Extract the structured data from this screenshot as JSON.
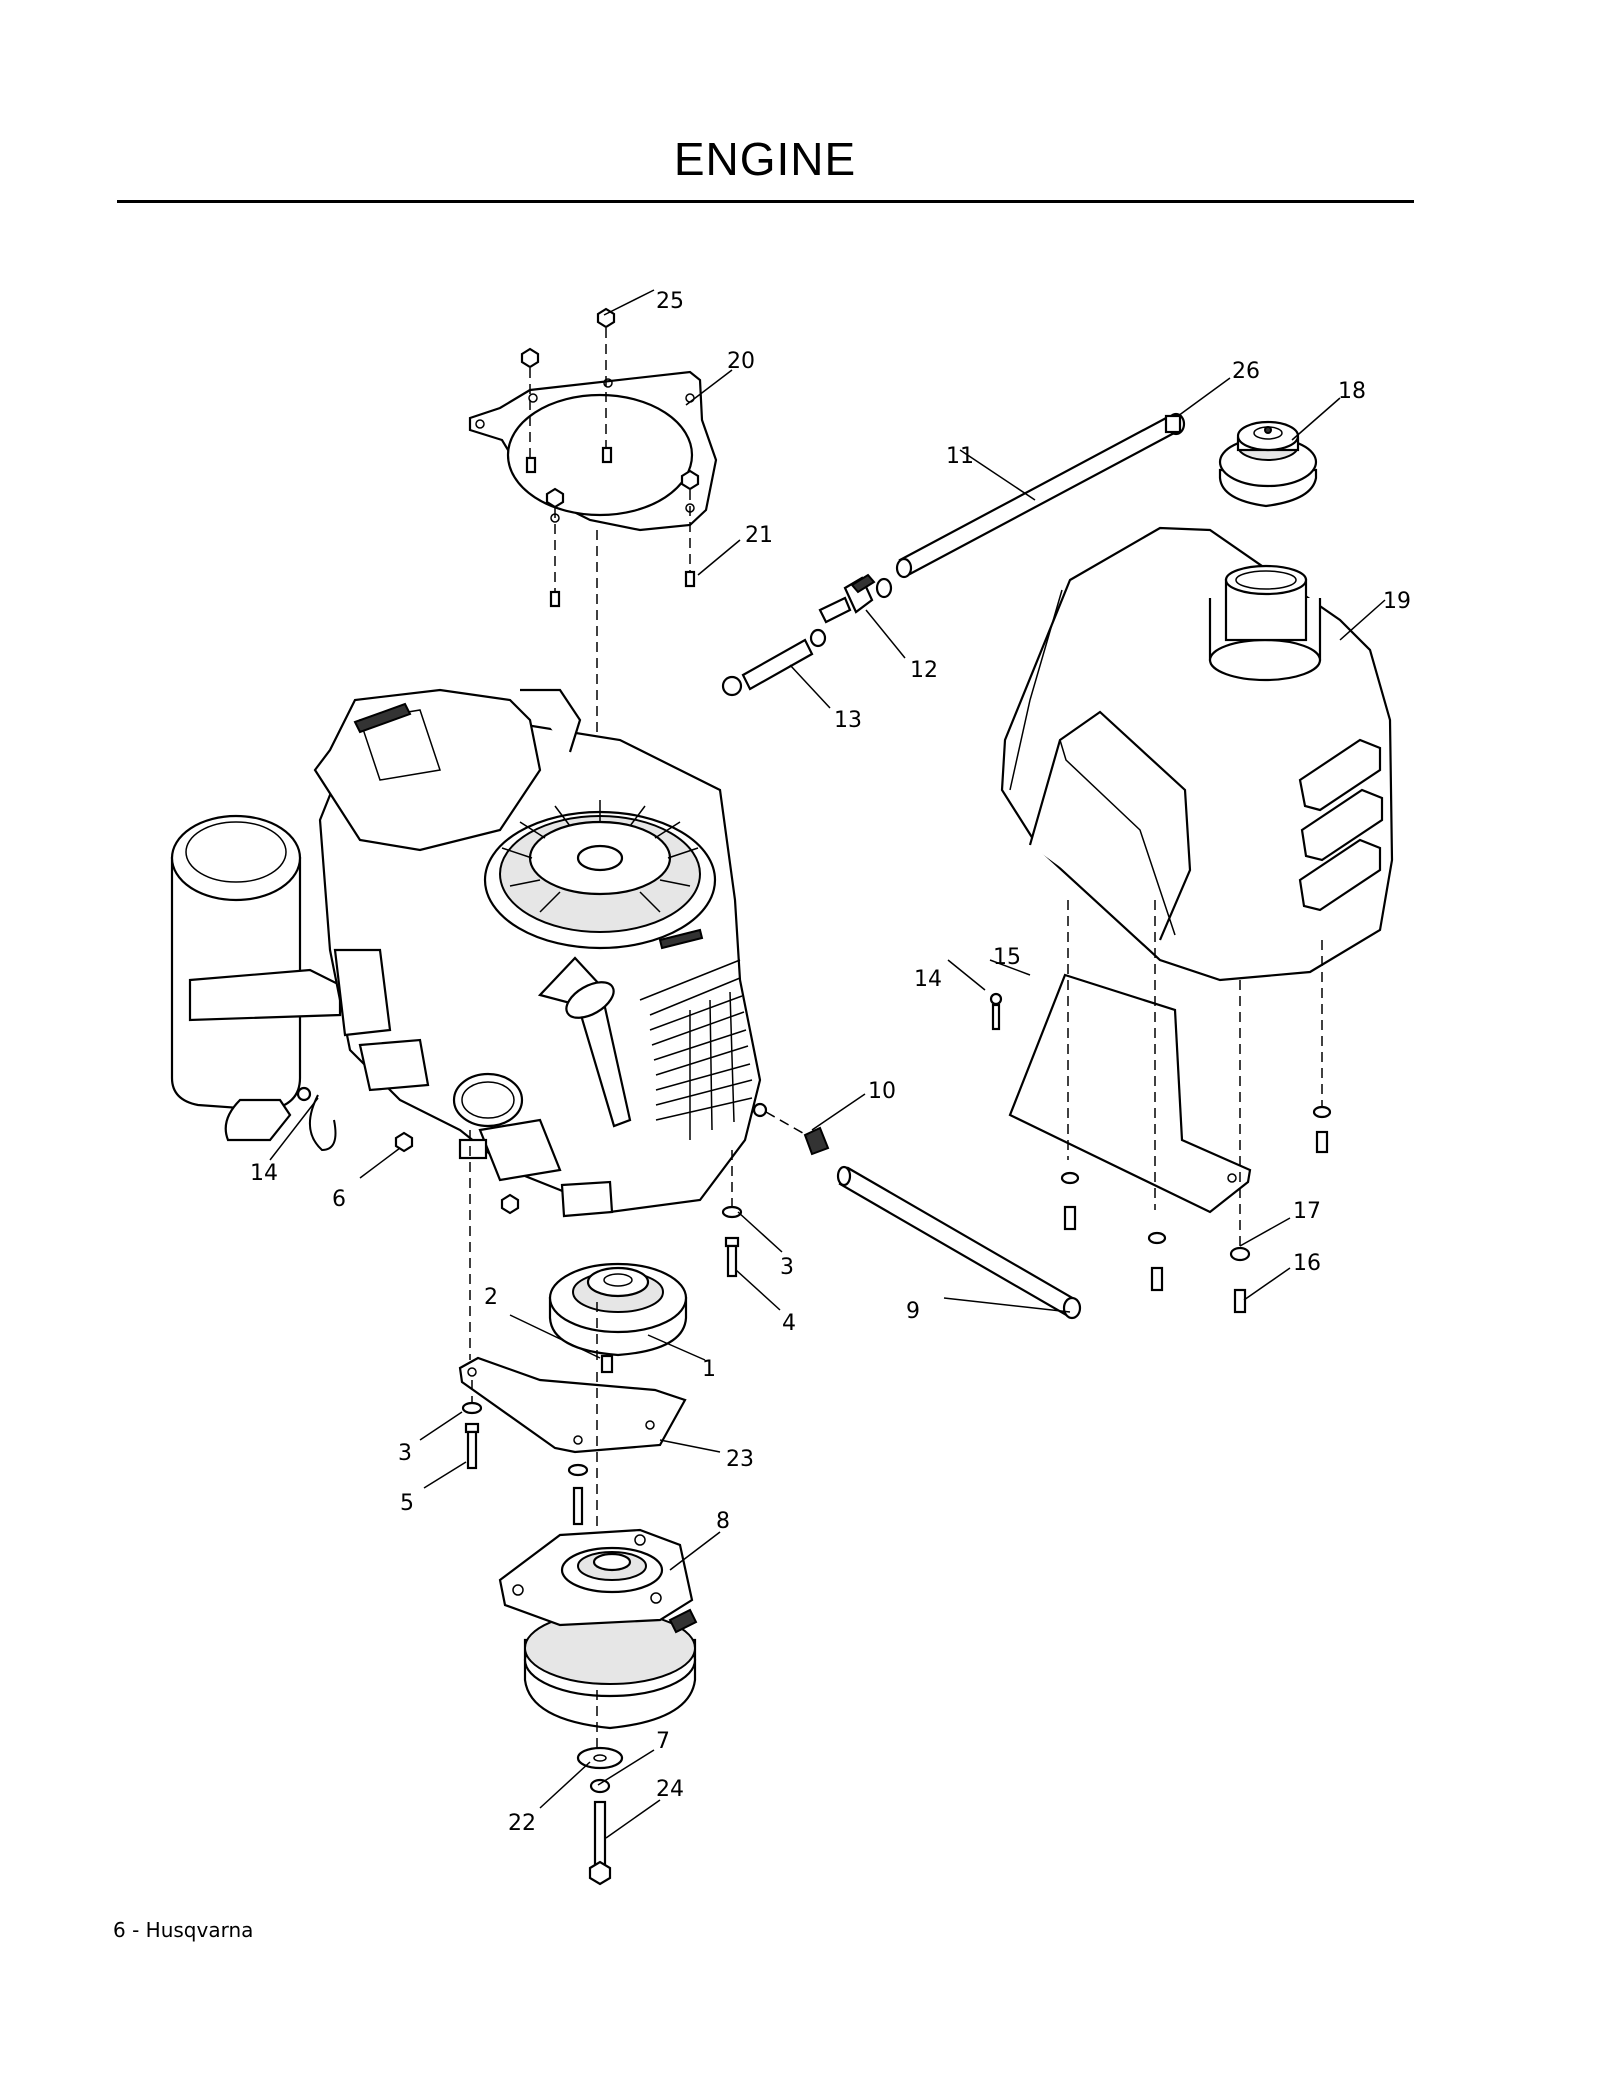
{
  "header": {
    "title": "ENGINE"
  },
  "footer": {
    "text": "6 - Husqvarna"
  },
  "callouts": [
    {
      "id": "c25",
      "label": "25"
    },
    {
      "id": "c20",
      "label": "20"
    },
    {
      "id": "c26",
      "label": "26"
    },
    {
      "id": "c18",
      "label": "18"
    },
    {
      "id": "c11",
      "label": "11"
    },
    {
      "id": "c21",
      "label": "21"
    },
    {
      "id": "c19",
      "label": "19"
    },
    {
      "id": "c12",
      "label": "12"
    },
    {
      "id": "c13",
      "label": "13"
    },
    {
      "id": "c15",
      "label": "15"
    },
    {
      "id": "c14a",
      "label": "14"
    },
    {
      "id": "c10",
      "label": "10"
    },
    {
      "id": "c14b",
      "label": "14"
    },
    {
      "id": "c6",
      "label": "6"
    },
    {
      "id": "c17",
      "label": "17"
    },
    {
      "id": "c3a",
      "label": "3"
    },
    {
      "id": "c16",
      "label": "16"
    },
    {
      "id": "c2",
      "label": "2"
    },
    {
      "id": "c4",
      "label": "4"
    },
    {
      "id": "c9",
      "label": "9"
    },
    {
      "id": "c1",
      "label": "1"
    },
    {
      "id": "c3b",
      "label": "3"
    },
    {
      "id": "c23",
      "label": "23"
    },
    {
      "id": "c5",
      "label": "5"
    },
    {
      "id": "c8",
      "label": "8"
    },
    {
      "id": "c7",
      "label": "7"
    },
    {
      "id": "c22",
      "label": "22"
    },
    {
      "id": "c24",
      "label": "24"
    }
  ]
}
